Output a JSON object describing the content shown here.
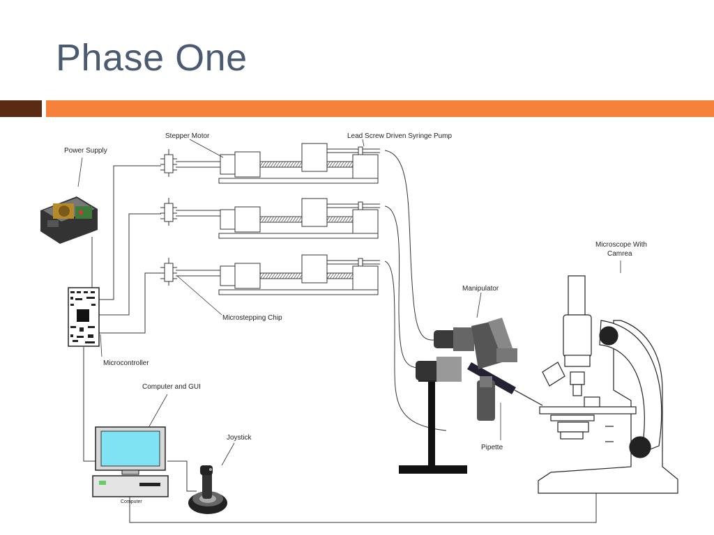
{
  "slide": {
    "title": "Phase One"
  },
  "colors": {
    "title_text": "#4a5a70",
    "accent_dark": "#5b2a12",
    "accent_orange": "#f5813b",
    "monitor_screen": "#7fe3f4",
    "line": "#333333"
  },
  "labels": {
    "power_supply": "Power Supply",
    "stepper_motor": "Stepper Motor",
    "syringe_pump": "Lead Screw Driven Syringe Pump",
    "microstepping_chip": "Microstepping Chip",
    "microcontroller": "Microcontroller",
    "computer_gui": "Computer and GUI",
    "joystick": "Joystick",
    "computer": "Computer",
    "manipulator": "Manipulator",
    "pipette": "Pipette",
    "microscope_line1": "Microscope With",
    "microscope_line2": "Camrea"
  }
}
